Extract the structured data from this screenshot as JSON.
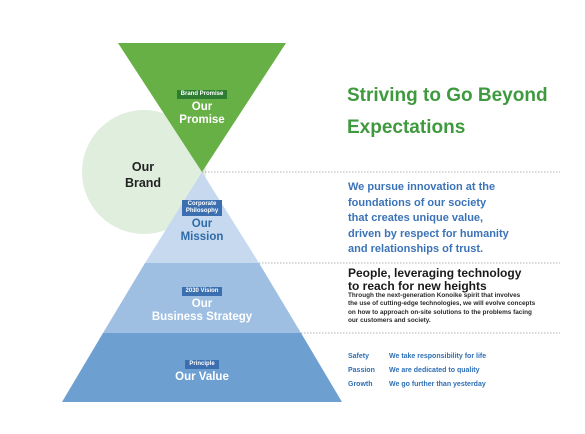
{
  "colors": {
    "promise": "#66b045",
    "mission": "#c7d9ef",
    "strategy": "#9ebfe2",
    "value": "#6e9fd1",
    "brand_circle": "#dfeedd",
    "headline": "#3f9a3f",
    "body_blue": "#3b73b8",
    "divider": "#9a9a9a"
  },
  "brand": {
    "line1": "Our",
    "line2": "Brand"
  },
  "promise": {
    "tag": "Brand Promise",
    "line1": "Our",
    "line2": "Promise"
  },
  "mission": {
    "tag_line1": "Corporate",
    "tag_line2": "Philosophy",
    "line1": "Our",
    "line2": "Mission"
  },
  "strategy": {
    "tag": "2030 Vision",
    "line1": "Our",
    "line2": "Business Strategy"
  },
  "value": {
    "tag": "Principle",
    "title": "Our Value"
  },
  "headline": {
    "line1": "Striving to Go Beyond",
    "line2": "Expectations"
  },
  "mission_text": {
    "line1": "We pursue innovation at the",
    "line2": "foundations of our society",
    "line3": "that creates unique value,",
    "line4": "driven by respect for humanity",
    "line5": "and relationships of trust."
  },
  "strategy_text": {
    "heading_line1": "People, leveraging technology",
    "heading_line2": "to reach for new heights",
    "body_line1": "Through the next-generation Konoike spirit that involves",
    "body_line2": "the use of cutting-edge technologies, we will evolve concepts",
    "body_line3": "on how to approach on-site solutions to the problems facing",
    "body_line4": "our customers and society."
  },
  "values": [
    {
      "key": "Safety",
      "text": "We take responsibility for life"
    },
    {
      "key": "Passion",
      "text": "We are dedicated to quality"
    },
    {
      "key": "Growth",
      "text": "We go further than yesterday"
    }
  ]
}
